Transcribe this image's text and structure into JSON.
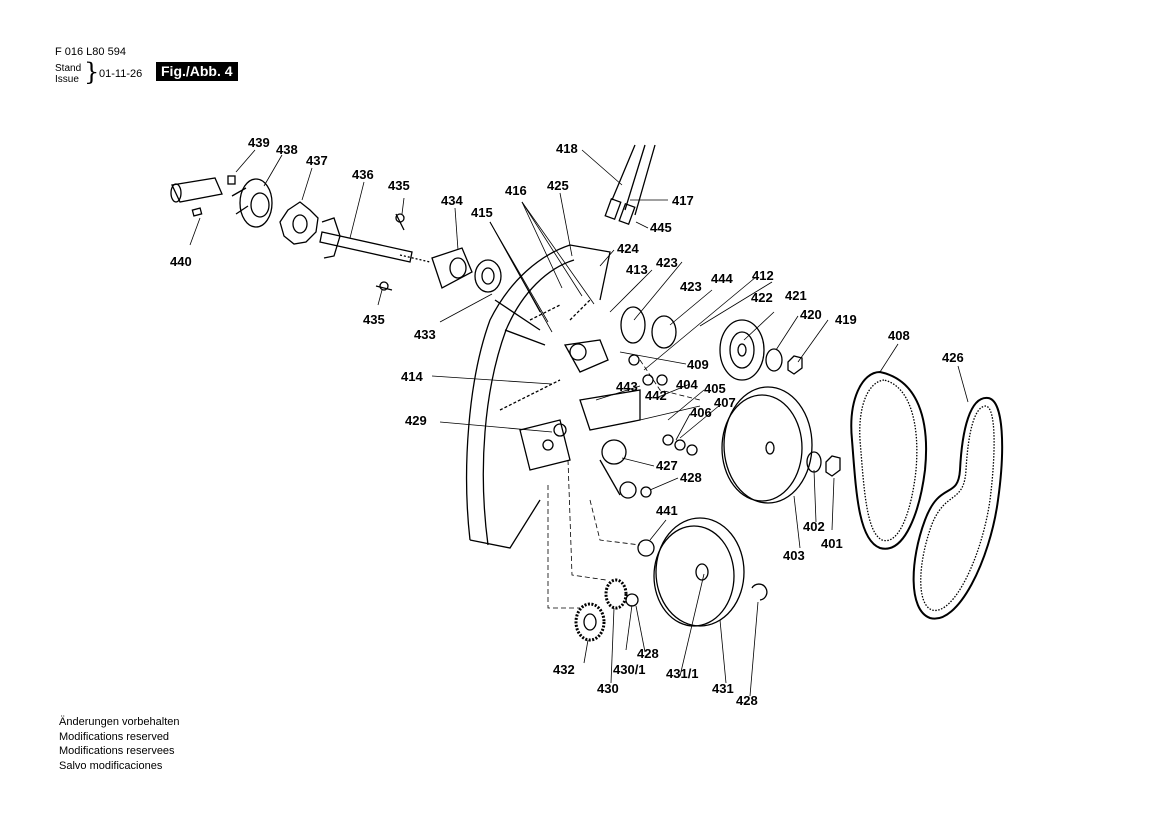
{
  "header": {
    "doc_number": "F 016 L80 594",
    "stand_label": "Stand",
    "issue_label": "Issue",
    "brace": "}",
    "date": "01-11-26",
    "figure_label": "Fig./Abb. 4"
  },
  "footer": {
    "notes": [
      "Änderungen vorbehalten",
      "Modifications reserved",
      "Modifications reservees",
      "Salvo modificaciones"
    ]
  },
  "callouts": [
    {
      "id": "439",
      "text": "439"
    },
    {
      "id": "438",
      "text": "438"
    },
    {
      "id": "437",
      "text": "437"
    },
    {
      "id": "436",
      "text": "436"
    },
    {
      "id": "435a",
      "text": "435"
    },
    {
      "id": "434",
      "text": "434"
    },
    {
      "id": "440",
      "text": "440"
    },
    {
      "id": "435b",
      "text": "435"
    },
    {
      "id": "433",
      "text": "433"
    },
    {
      "id": "418",
      "text": "418"
    },
    {
      "id": "425",
      "text": "425"
    },
    {
      "id": "416",
      "text": "416"
    },
    {
      "id": "415",
      "text": "415"
    },
    {
      "id": "417",
      "text": "417"
    },
    {
      "id": "445",
      "text": "445"
    },
    {
      "id": "424",
      "text": "424"
    },
    {
      "id": "413",
      "text": "413"
    },
    {
      "id": "423a",
      "text": "423"
    },
    {
      "id": "423b",
      "text": "423"
    },
    {
      "id": "444",
      "text": "444"
    },
    {
      "id": "412",
      "text": "412"
    },
    {
      "id": "422",
      "text": "422"
    },
    {
      "id": "421",
      "text": "421"
    },
    {
      "id": "420",
      "text": "420"
    },
    {
      "id": "419",
      "text": "419"
    },
    {
      "id": "408",
      "text": "408"
    },
    {
      "id": "426",
      "text": "426"
    },
    {
      "id": "414",
      "text": "414"
    },
    {
      "id": "409",
      "text": "409"
    },
    {
      "id": "443",
      "text": "443"
    },
    {
      "id": "404",
      "text": "404"
    },
    {
      "id": "405",
      "text": "405"
    },
    {
      "id": "442",
      "text": "442"
    },
    {
      "id": "407",
      "text": "407"
    },
    {
      "id": "406",
      "text": "406"
    },
    {
      "id": "429",
      "text": "429"
    },
    {
      "id": "427",
      "text": "427"
    },
    {
      "id": "428a",
      "text": "428"
    },
    {
      "id": "441",
      "text": "441"
    },
    {
      "id": "403",
      "text": "403"
    },
    {
      "id": "402",
      "text": "402"
    },
    {
      "id": "401",
      "text": "401"
    },
    {
      "id": "428b",
      "text": "428"
    },
    {
      "id": "432",
      "text": "432"
    },
    {
      "id": "430_1",
      "text": "430/1"
    },
    {
      "id": "430",
      "text": "430"
    },
    {
      "id": "431_1",
      "text": "431/1"
    },
    {
      "id": "431",
      "text": "431"
    },
    {
      "id": "428c",
      "text": "428"
    }
  ]
}
